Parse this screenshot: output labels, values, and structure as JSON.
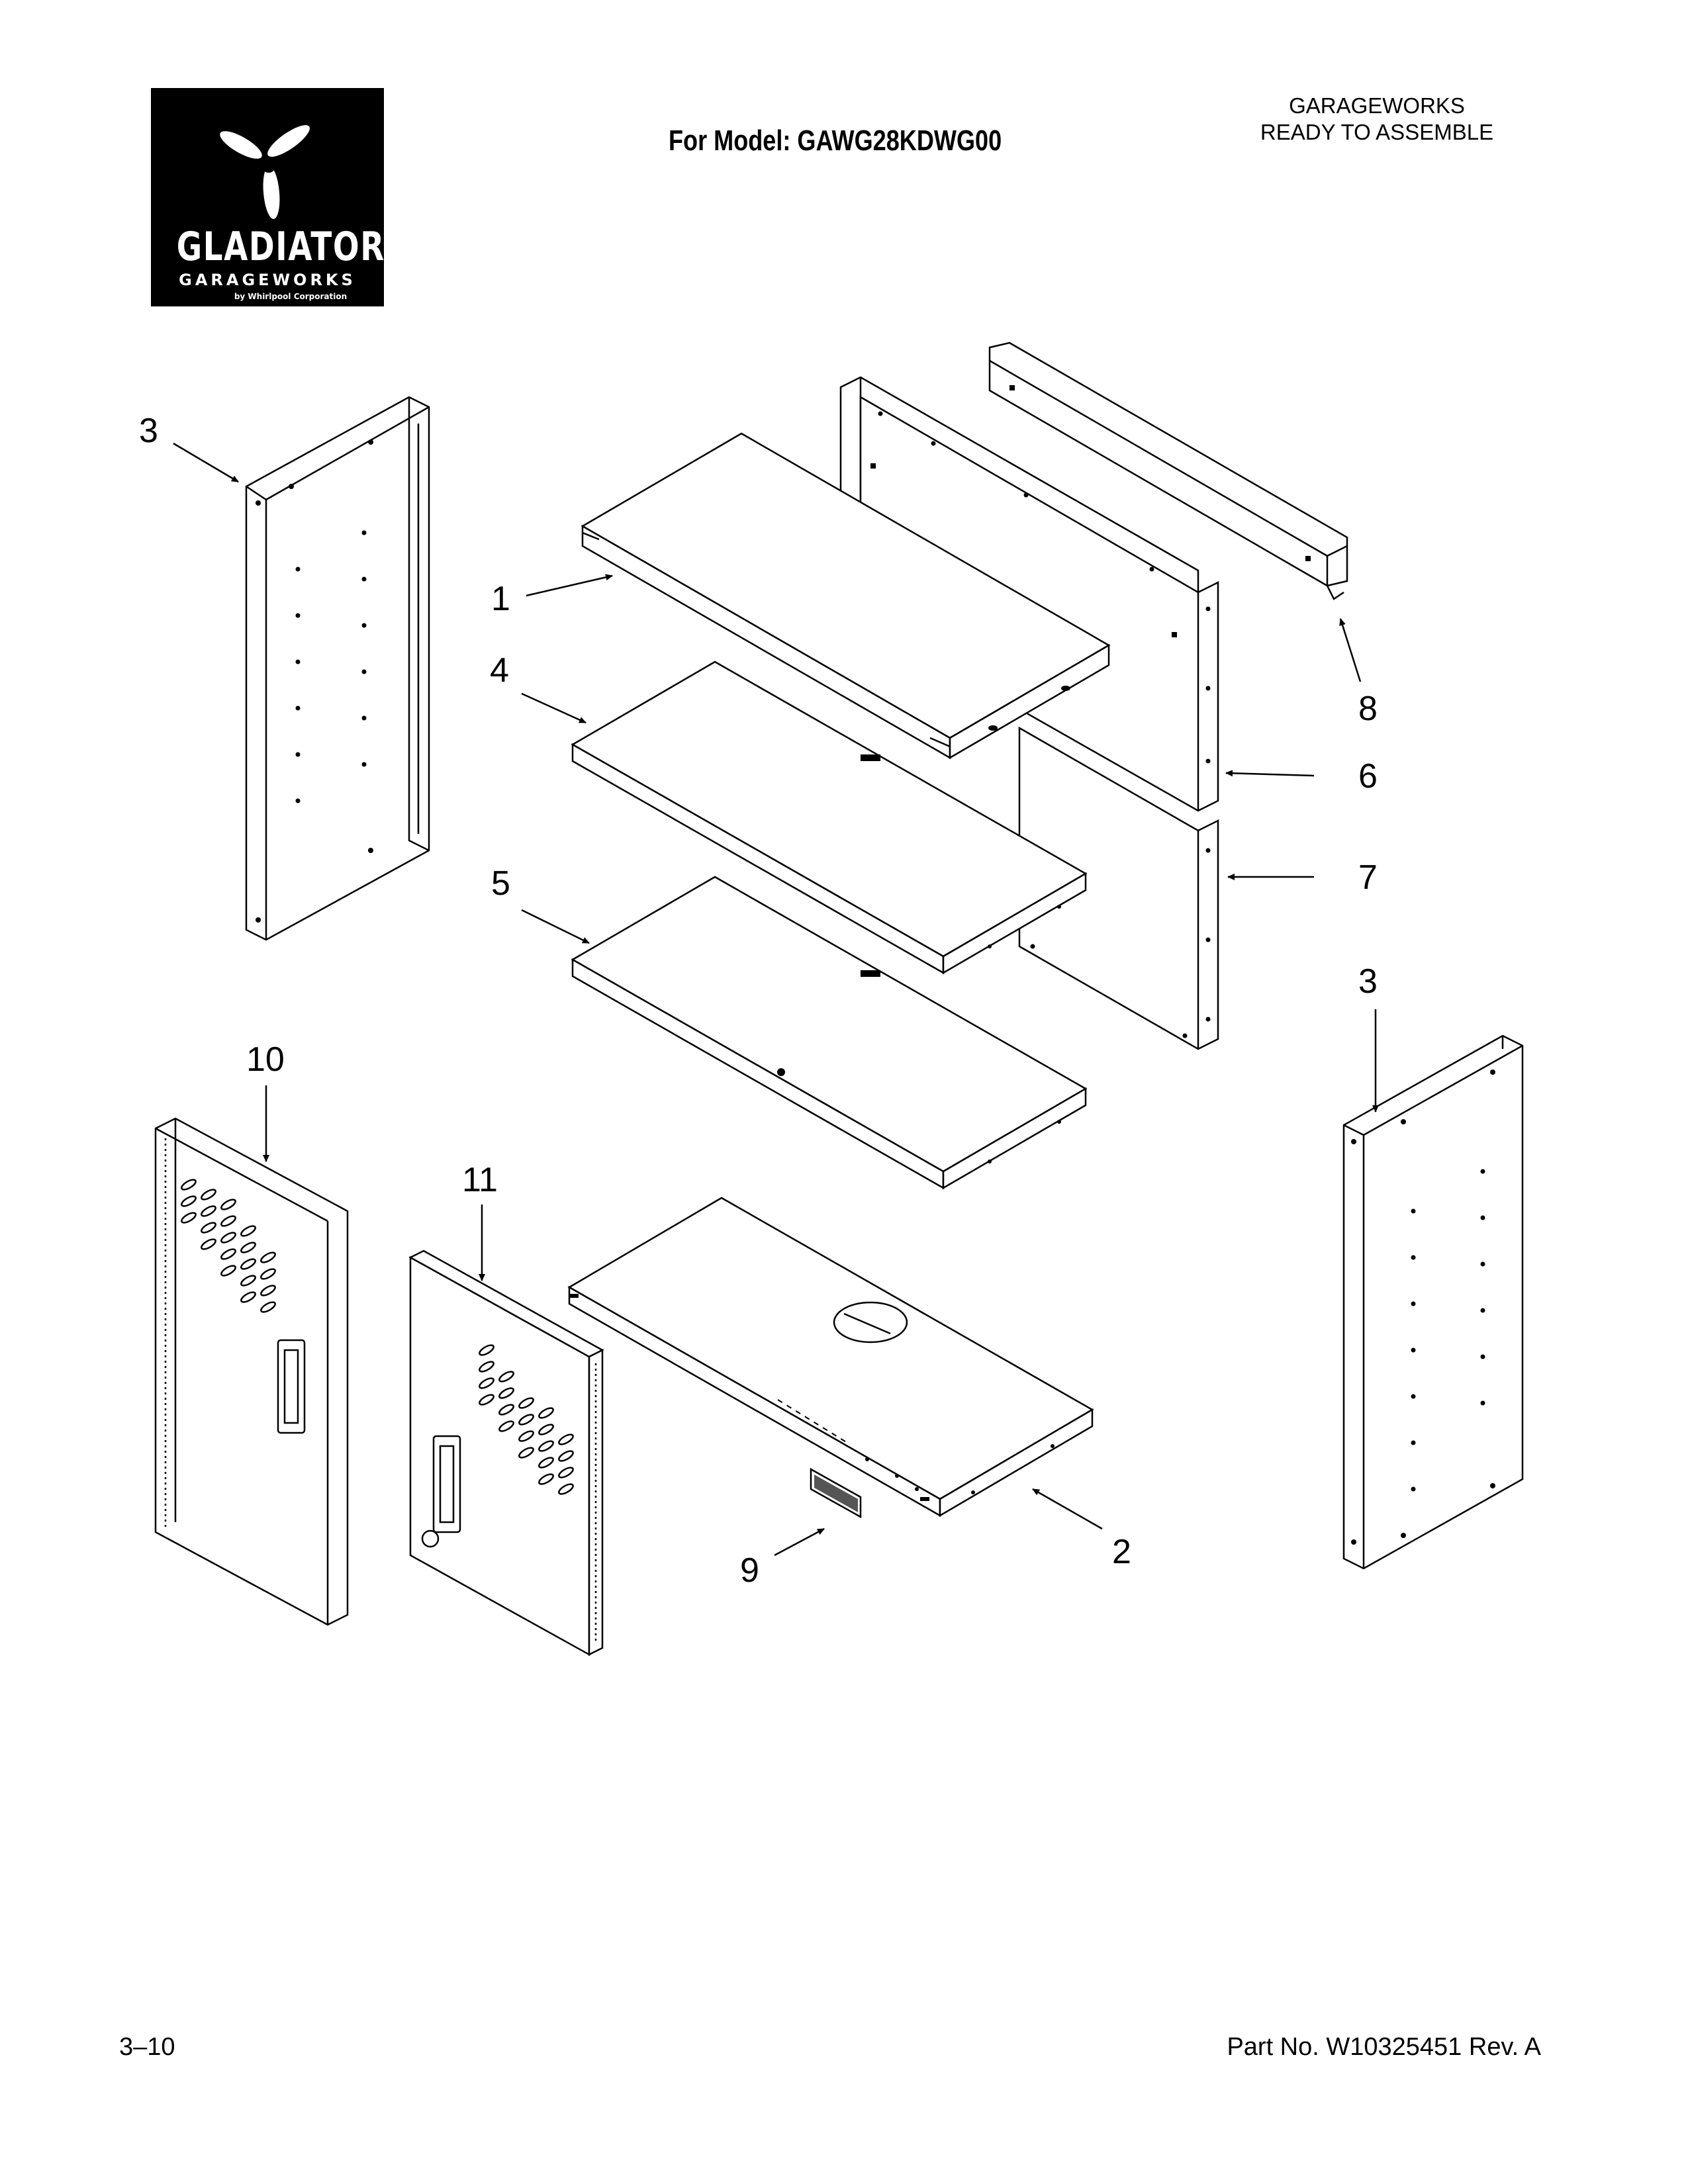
{
  "header": {
    "brand": "GLADIATOR",
    "brand_tm": "™",
    "brand_sub": "GARAGEWORKS",
    "brand_by": "by Whirlpool Corporation",
    "model_line": "For Model: GAWG28KDWG00",
    "series_line1": "GARAGEWORKS",
    "series_line2": "READY TO ASSEMBLE"
  },
  "footer": {
    "page": "3–10",
    "part_no": "Part No. W10325451 Rev. A"
  },
  "callouts": [
    "3",
    "1",
    "4",
    "5",
    "8",
    "6",
    "7",
    "3",
    "10",
    "11",
    "9",
    "2"
  ]
}
